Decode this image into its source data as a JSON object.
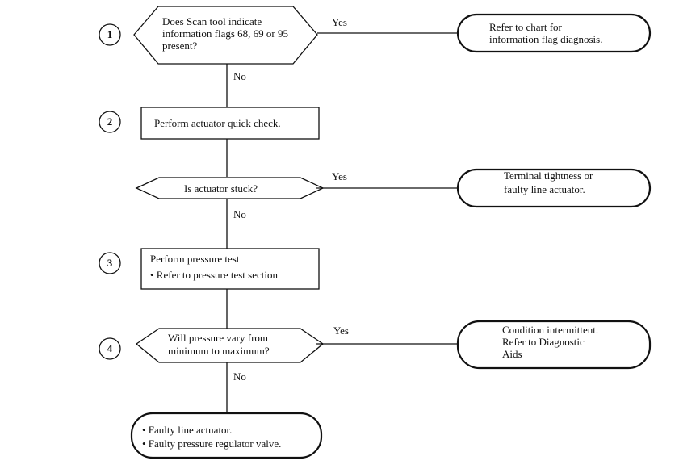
{
  "steps": [
    {
      "number": "1",
      "lines": [
        "Does Scan tool indicate",
        "information flags 68, 69 or 95",
        "present?"
      ]
    },
    {
      "number": "2",
      "lines": [
        "Perform actuator quick check."
      ]
    },
    {
      "number": "",
      "lines": [
        "Is actuator stuck?"
      ]
    },
    {
      "number": "3",
      "lines": [
        "Perform pressure test",
        "•  Refer to pressure test section"
      ]
    },
    {
      "number": "4",
      "lines": [
        "Will pressure vary from",
        "minimum to maximum?"
      ]
    }
  ],
  "outcomes": [
    {
      "lines": [
        "Refer to chart for",
        "information  flag diagnosis."
      ]
    },
    {
      "lines": [
        "Terminal tightness or",
        "faulty line actuator."
      ]
    },
    {
      "lines": [
        "Condition intermittent.",
        "Refer to  Diagnostic",
        "Aids"
      ]
    }
  ],
  "final": {
    "lines": [
      "•  Faulty line actuator.",
      "•  Faulty pressure regulator valve."
    ]
  },
  "labels": {
    "yes": "Yes",
    "no": "No"
  }
}
